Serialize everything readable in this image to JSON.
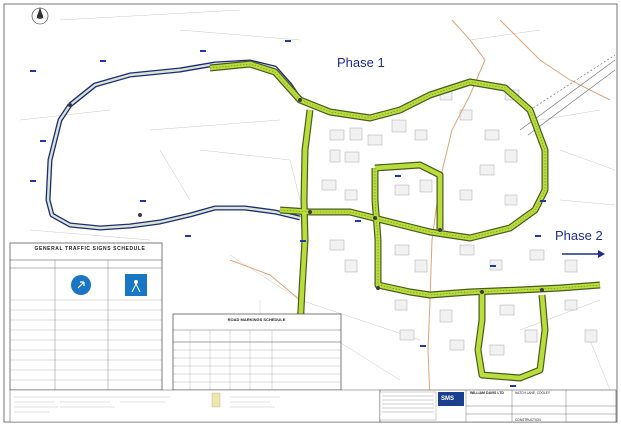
{
  "labels": {
    "phase_1": "Phase 1",
    "phase_2": "Phase 2"
  },
  "tables": {
    "traffic_schedule_title": "GENERAL TRAFFIC SIGNS SCHEDULE",
    "road_schedule_title": "ROAD MARKINGS SCHEDULE"
  },
  "title_block": {
    "logo": "SMS",
    "company": "WILLIAM DAVIS LTD",
    "project": "HATCH LANE, COOLEY",
    "status": "CONSTRUCTION"
  },
  "colors": {
    "road_highlight": "#b9de3c",
    "road_outline": "#1e2a78",
    "phase_text": "#1f2d8c",
    "boundary": "#e0a37a",
    "sign_blue": "#1976c2",
    "logo_bg": "#1b3f8f"
  }
}
